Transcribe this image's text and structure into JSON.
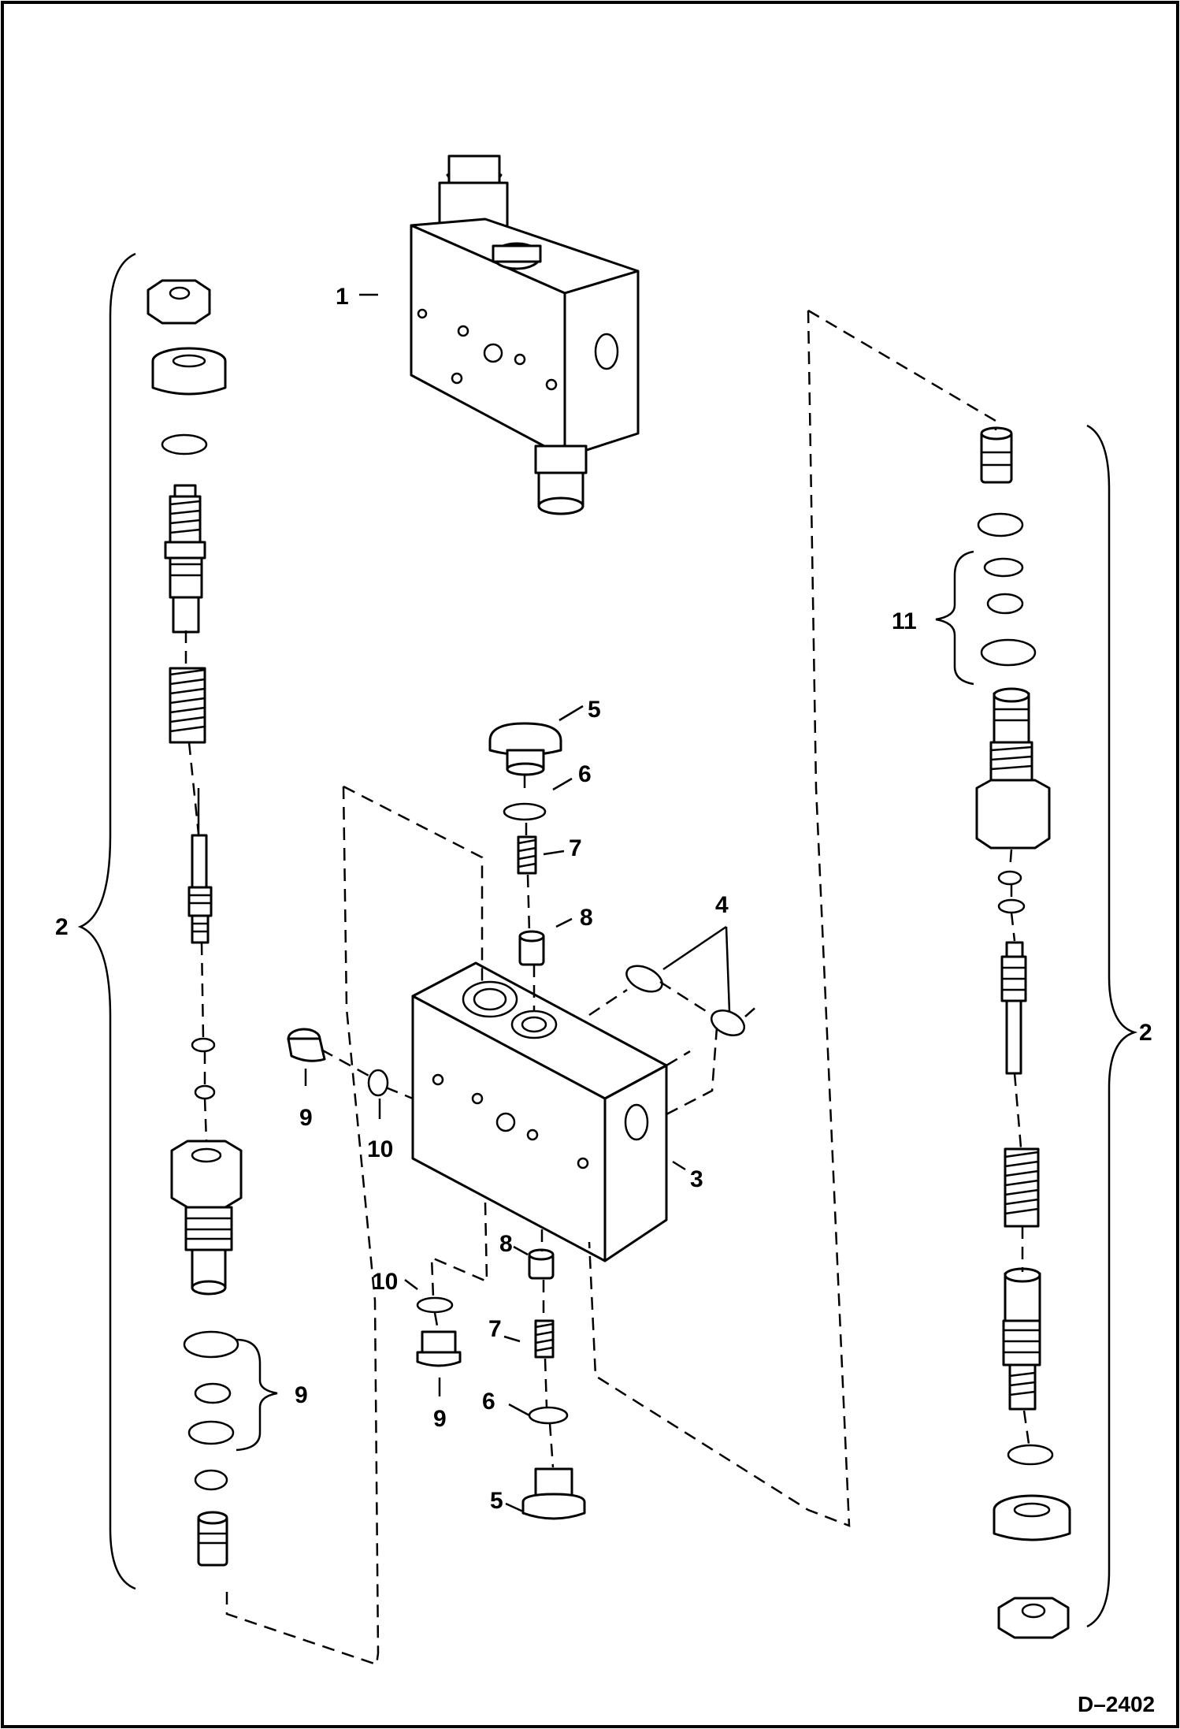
{
  "drawing_ref": "D–2402",
  "callouts": {
    "c1": "1",
    "c2_left": "2",
    "c2_right": "2",
    "c3": "3",
    "c4": "4",
    "c5_top": "5",
    "c5_bottom": "5",
    "c6_top": "6",
    "c6_bottom": "6",
    "c7_top": "7",
    "c7_bottom": "7",
    "c8_top": "8",
    "c8_bottom": "8",
    "c9_left_bracket": "9",
    "c9_plug_upper": "9",
    "c9_plug_lower": "9",
    "c10_upper": "10",
    "c10_lower": "10",
    "c11": "11"
  }
}
